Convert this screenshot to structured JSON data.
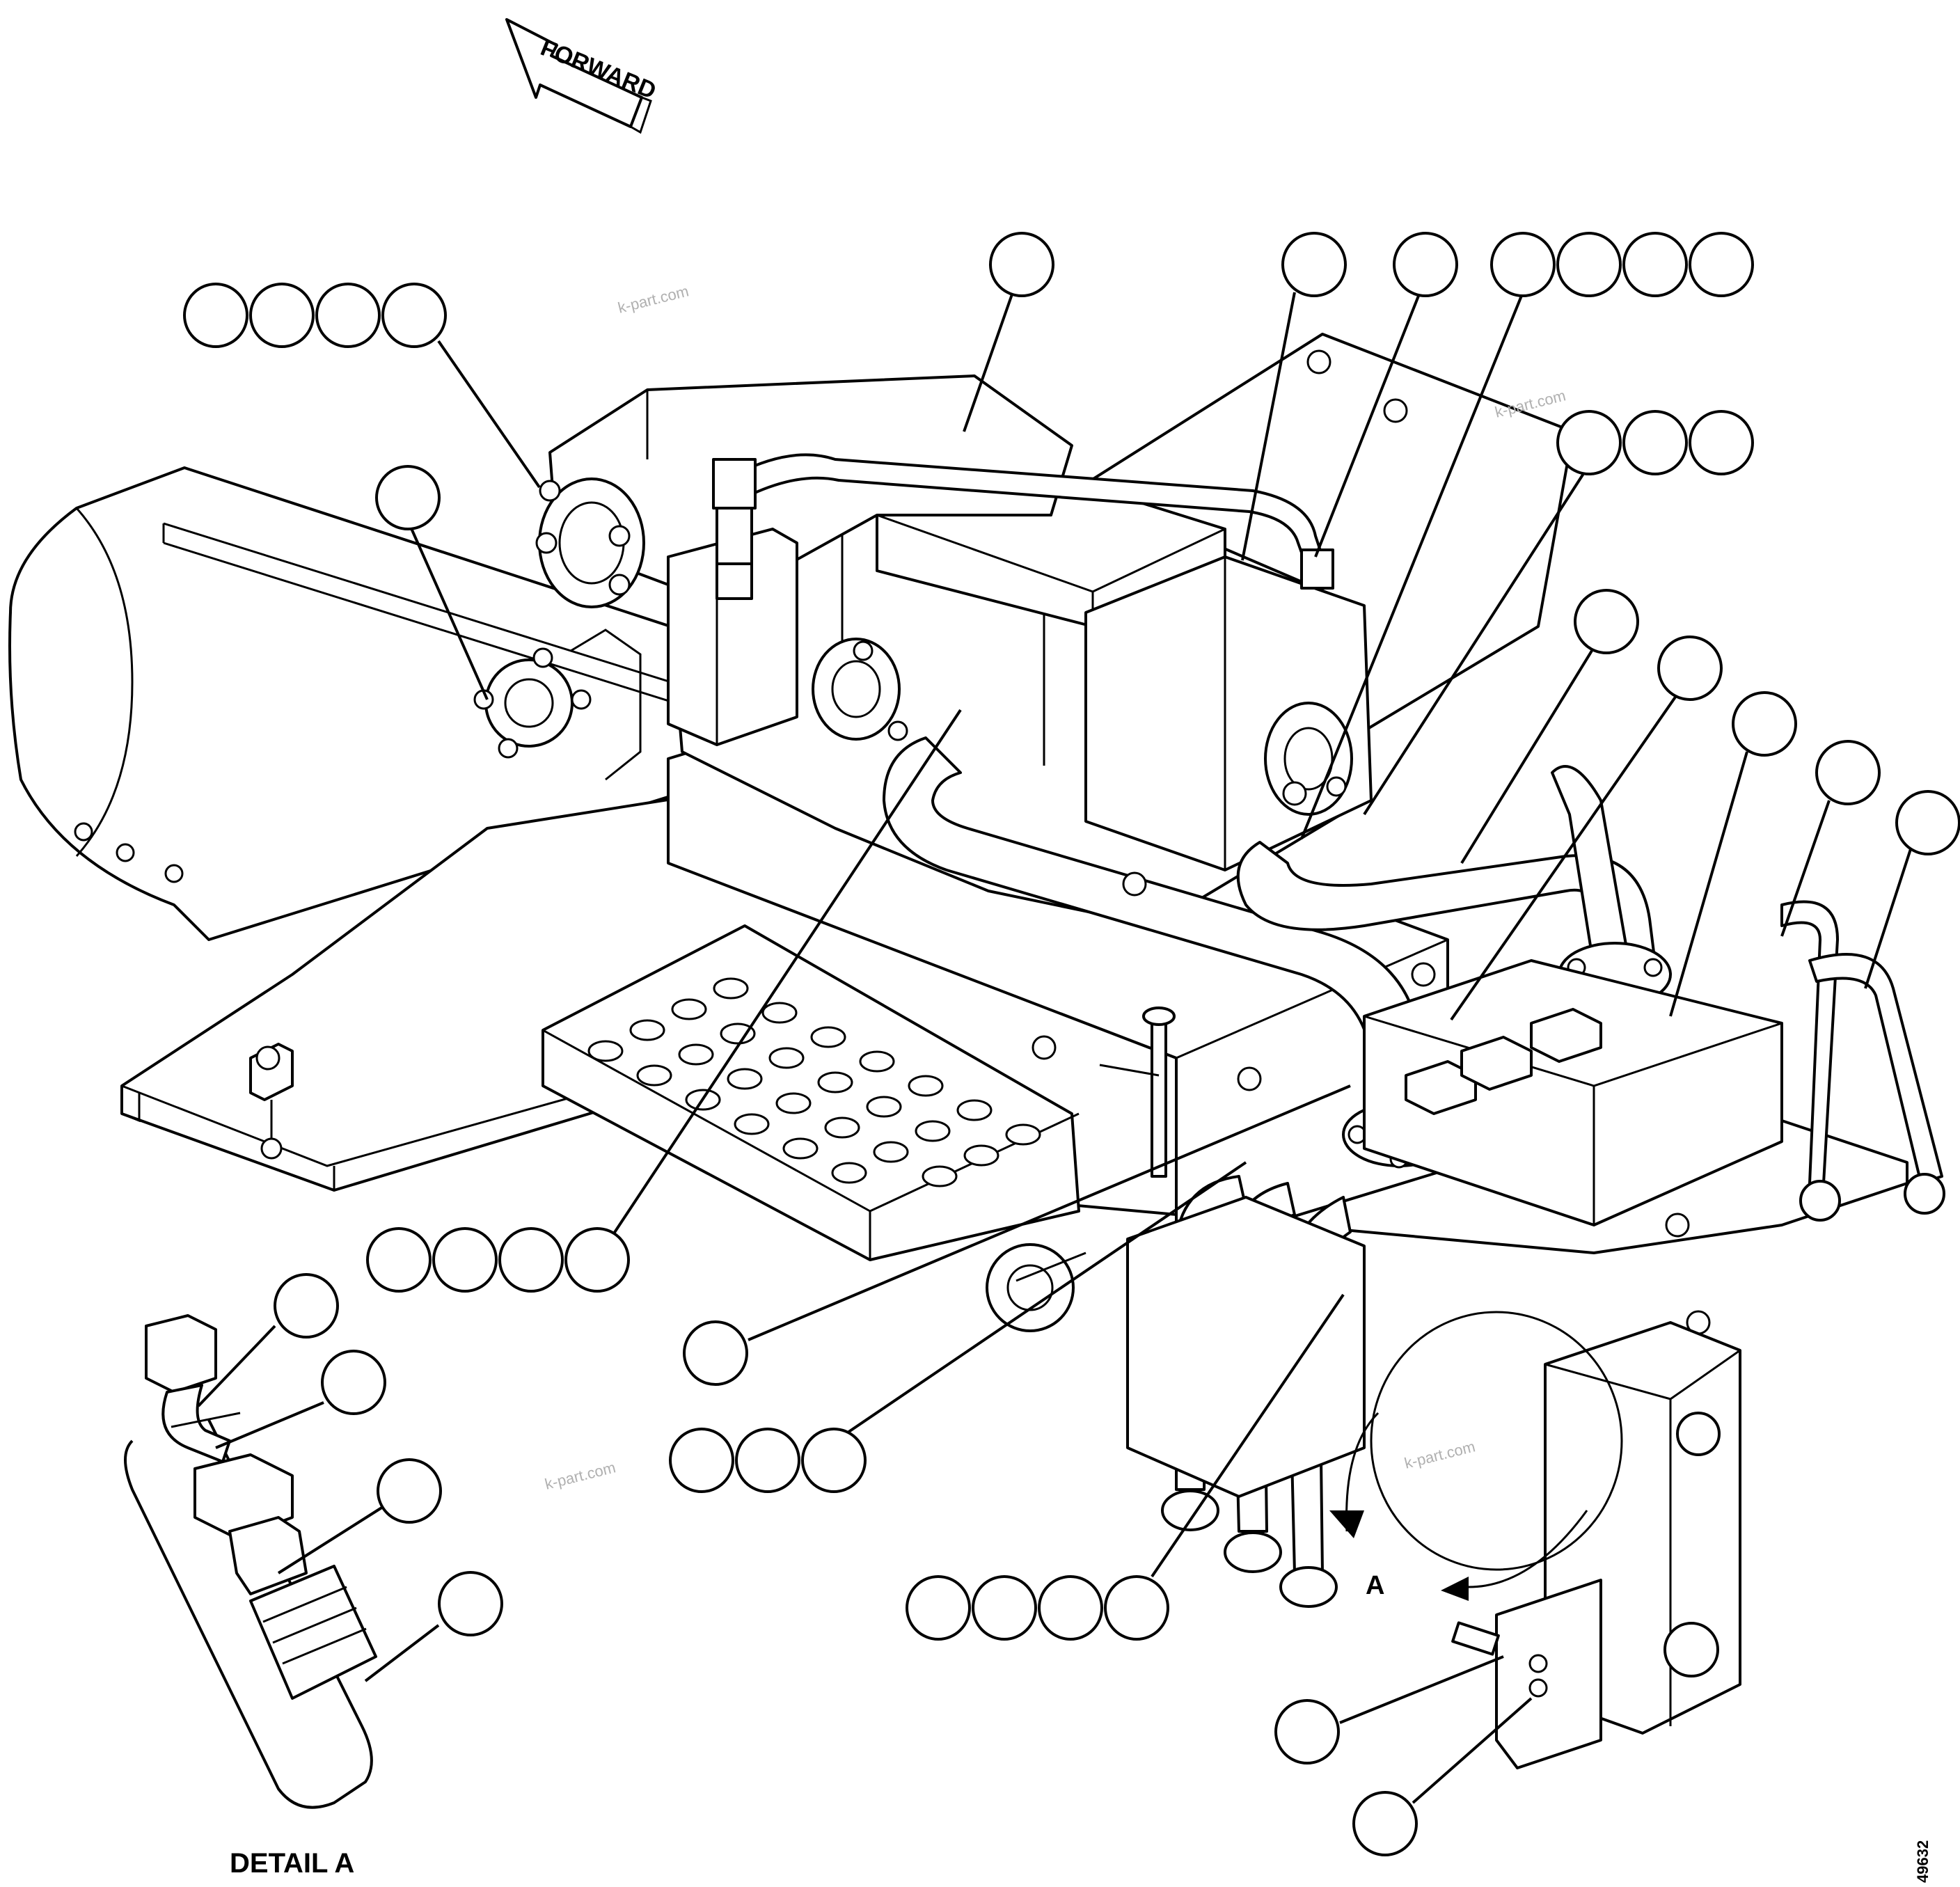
{
  "diagram": {
    "forward_label": "FORWARD",
    "detail_marker": "A",
    "detail_title": "DETAIL A",
    "drawing_number": "49632",
    "watermarks": [
      "k-part.com",
      "k-part.com",
      "k-part.com",
      "k-part.com"
    ],
    "colors": {
      "line": "#000000",
      "background": "#ffffff",
      "watermark": "#b0b0b0"
    }
  }
}
